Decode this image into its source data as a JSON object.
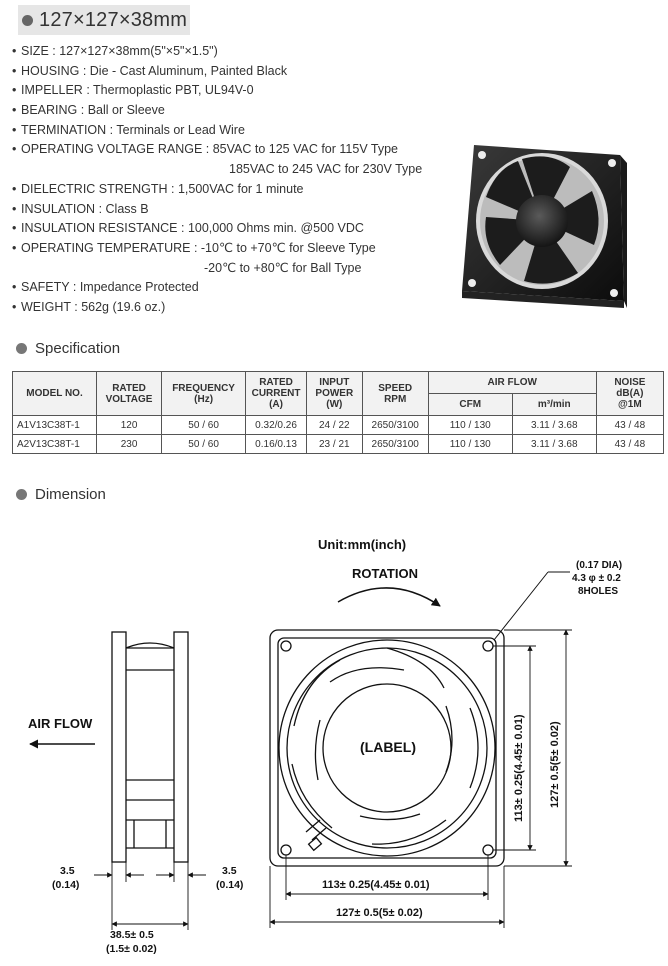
{
  "title": "127×127×38mm",
  "specs": [
    {
      "label": "SIZE",
      "value": "127×127×38mm(5\"×5\"×1.5\")"
    },
    {
      "label": "HOUSING",
      "value": "Die - Cast Aluminum, Painted Black"
    },
    {
      "label": "IMPELLER",
      "value": "Thermoplastic PBT, UL94V-0"
    },
    {
      "label": "BEARING",
      "value": "Ball or Sleeve"
    },
    {
      "label": "TERMINATION",
      "value": "Terminals or Lead Wire"
    },
    {
      "label": "OPERATING VOLTAGE RANGE",
      "value": "85VAC to 125 VAC for 115V Type",
      "value2": "185VAC to 245 VAC for 230V Type"
    },
    {
      "label": "DIELECTRIC STRENGTH",
      "value": "1,500VAC for 1 minute"
    },
    {
      "label": "INSULATION",
      "value": "Class B"
    },
    {
      "label": "INSULATION RESISTANCE",
      "value": "100,000 Ohms min. @500 VDC"
    },
    {
      "label": "OPERATING TEMPERATURE",
      "value": "-10℃ to +70℃ for Sleeve Type",
      "value2": "-20℃ to +80℃ for Ball Type"
    },
    {
      "label": "SAFETY",
      "value": "Impedance Protected"
    },
    {
      "label": "WEIGHT",
      "value": "562g (19.6 oz.)"
    }
  ],
  "specification": {
    "heading": "Specification",
    "headers": {
      "model": "MODEL NO.",
      "voltage": [
        "RATED",
        "VOLTAGE"
      ],
      "frequency": [
        "FREQUENCY",
        "(Hz)"
      ],
      "current": [
        "RATED",
        "CURRENT",
        "(A)"
      ],
      "power": [
        "INPUT",
        "POWER",
        "(W)"
      ],
      "speed": [
        "SPEED",
        "RPM"
      ],
      "airflow": "AIR FLOW",
      "cfm": "CFM",
      "m3": "m³/min",
      "noise": [
        "NOISE",
        "dB(A)",
        "@1M"
      ]
    },
    "rows": [
      {
        "model": "A1V13C38T-1",
        "voltage": "120",
        "frequency": "50 / 60",
        "current": "0.32/0.26",
        "power": "24 / 22",
        "speed": "2650/3100",
        "cfm": "110 / 130",
        "m3": "3.11 / 3.68",
        "noise": "43 / 48"
      },
      {
        "model": "A2V13C38T-1",
        "voltage": "230",
        "frequency": "50 / 60",
        "current": "0.16/0.13",
        "power": "23 / 21",
        "speed": "2650/3100",
        "cfm": "110 / 130",
        "m3": "3.11 / 3.68",
        "noise": "43 / 48"
      }
    ]
  },
  "dimension": {
    "heading": "Dimension",
    "unit": "Unit:mm(inch)",
    "rotation": "ROTATION",
    "air_flow": "AIR FLOW",
    "label": "(LABEL)",
    "holes": [
      "(0.17 DIA)",
      "4.3 φ ± 0.2",
      "8HOLES"
    ],
    "side_left": [
      "3.5",
      "(0.14)"
    ],
    "side_right": [
      "3.5",
      "(0.14)"
    ],
    "depth": [
      "38.5± 0.5",
      "(1.5± 0.02)"
    ],
    "hole_spacing_h": "113± 0.25(4.45± 0.01)",
    "overall_h": "127± 0.5(5± 0.02)",
    "hole_spacing_v": "113± 0.25(4.45± 0.01)",
    "overall_v": "127± 0.5(5± 0.02)"
  }
}
